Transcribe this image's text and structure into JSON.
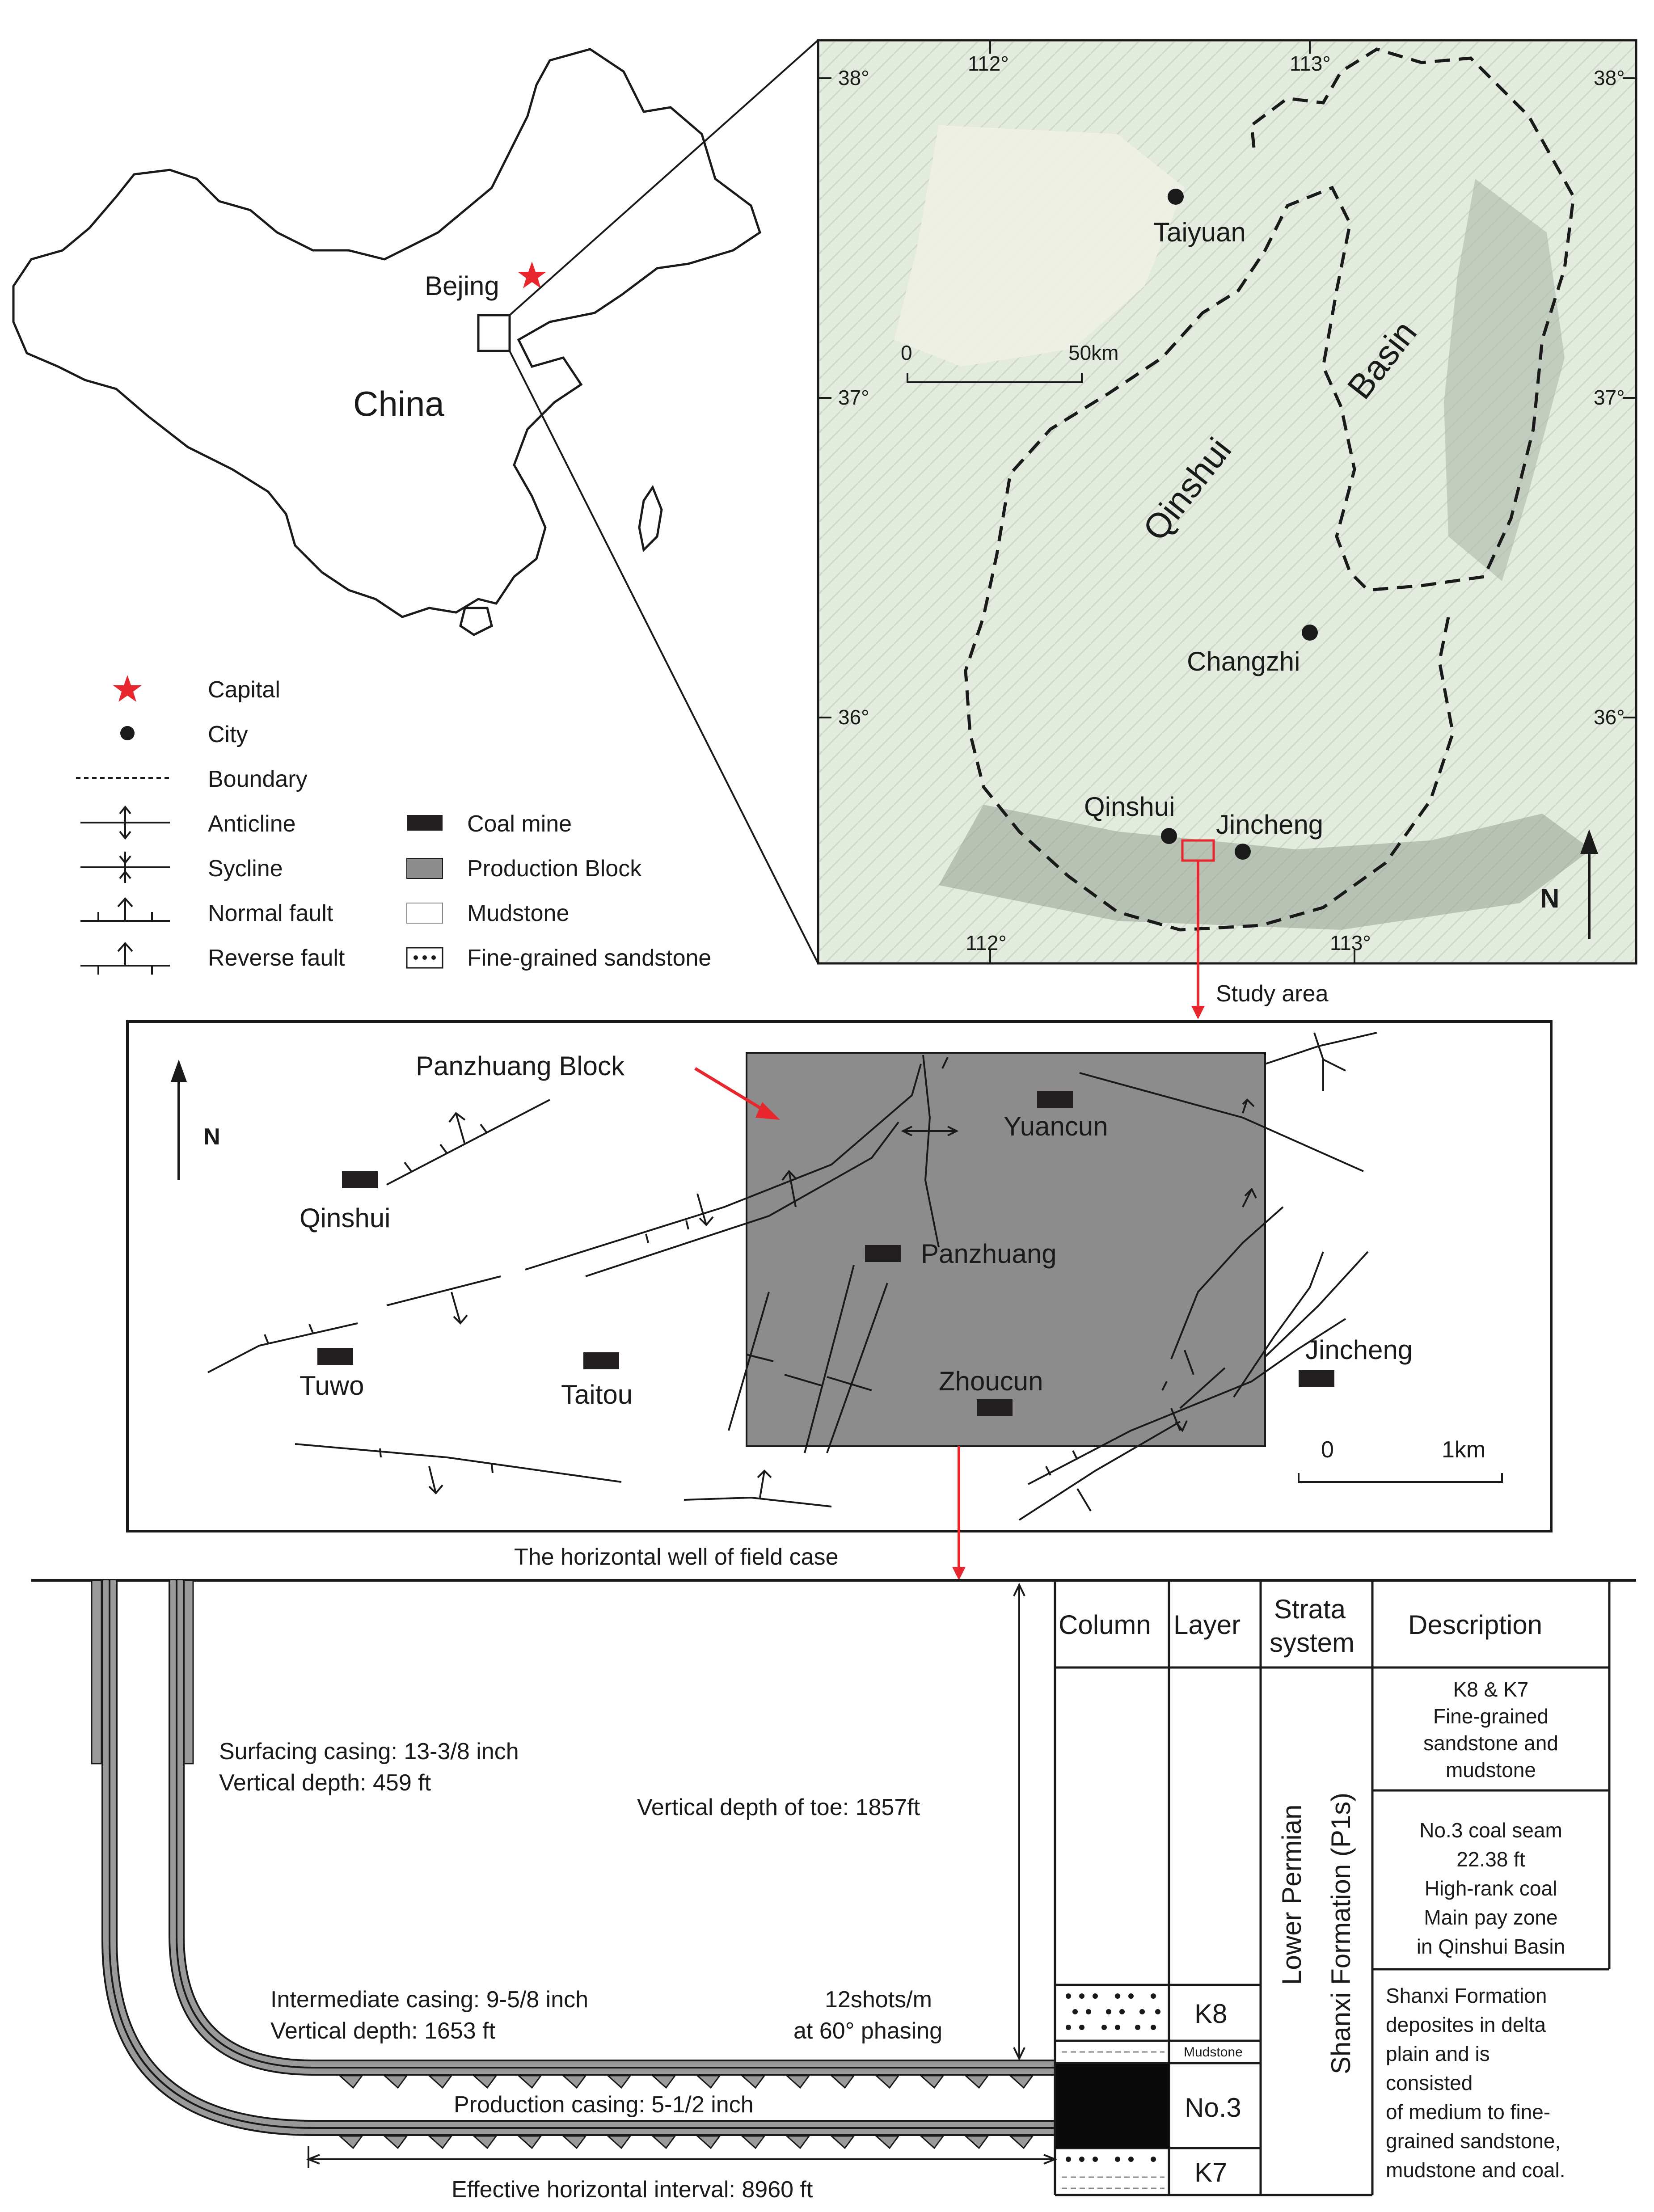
{
  "china_map": {
    "country_label": "China",
    "capital_label": "Bejing"
  },
  "legend": {
    "left": [
      {
        "icon": "star-icon",
        "label": "Capital"
      },
      {
        "icon": "dot-icon",
        "label": "City"
      },
      {
        "icon": "dashed-line-icon",
        "label": "Boundary"
      },
      {
        "icon": "anticline-icon",
        "label": "Anticline"
      },
      {
        "icon": "syncline-icon",
        "label": "Sycline"
      },
      {
        "icon": "normal-fault-icon",
        "label": "Normal fault"
      },
      {
        "icon": "reverse-fault-icon",
        "label": "Reverse fault"
      }
    ],
    "right": [
      {
        "icon": "coal-mine-icon",
        "label": "Coal mine"
      },
      {
        "icon": "production-block-icon",
        "label": "Production Block"
      },
      {
        "icon": "mudstone-icon",
        "label": "Mudstone"
      },
      {
        "icon": "sandstone-icon",
        "label": "Fine-grained sandstone"
      }
    ],
    "colors": {
      "capital": "#e8262e",
      "production_block": "#8c8c8c",
      "coal_mine": "#231f20"
    }
  },
  "basin_map": {
    "lon_top": [
      "112°",
      "113°"
    ],
    "lon_bottom": [
      "112°",
      "113°"
    ],
    "lat_left": [
      "38°",
      "37°",
      "36°"
    ],
    "lat_right": [
      "38°",
      "37°",
      "36°"
    ],
    "cities": [
      "Taiyuan",
      "Changzhi",
      "Qinshui",
      "Jincheng"
    ],
    "basin_word_1": "Qinshui",
    "basin_word_2": "Basin",
    "scale_start": "0",
    "scale_end": "50km",
    "north": "N",
    "study_area_label": "Study area"
  },
  "block_map": {
    "block_label": "Panzhuang Block",
    "north": "N",
    "mines": [
      "Yuancun",
      "Qinshui",
      "Panzhuang",
      "Tuwo",
      "Taitou",
      "Zhoucun",
      "Jincheng"
    ],
    "scale_start": "0",
    "scale_end": "1km",
    "well_label": "The horizontal well of field case"
  },
  "well": {
    "surface_casing": "Surfacing casing: 13-3/8 inch",
    "surface_depth": "Vertical depth: 459 ft",
    "toe_depth": "Vertical depth of toe: 1857ft",
    "intermediate_casing": "Intermediate  casing: 9-5/8 inch",
    "intermediate_depth": "Vertical depth: 1653 ft",
    "shots_1": "12shots/m",
    "shots_2": "at 60° phasing",
    "production_casing": "Production  casing: 5-1/2 inch",
    "effective_interval": "Effective horizontal interval: 8960 ft"
  },
  "strat_table": {
    "headers": {
      "column": "Column",
      "layer": "Layer",
      "strata_1": "Strata",
      "strata_2": "system",
      "description": "Description"
    },
    "system_1": "Lower Permian",
    "system_2": "Shanxi Formation (P1s)",
    "layers": [
      "K8",
      "Mudstone",
      "No.3",
      "K7"
    ],
    "desc_k8": [
      "K8 & K7",
      "Fine-grained",
      "sandstone and",
      "mudstone"
    ],
    "desc_coal": [
      "No.3 coal seam",
      "22.38 ft",
      "High-rank coal",
      "Main pay zone",
      "in Qinshui Basin"
    ],
    "desc_shanxi": [
      "Shanxi Formation",
      "deposites in delta",
      "plain and is",
      "consisted",
      "of medium to fine-",
      "grained sandstone,",
      "mudstone and coal."
    ]
  }
}
